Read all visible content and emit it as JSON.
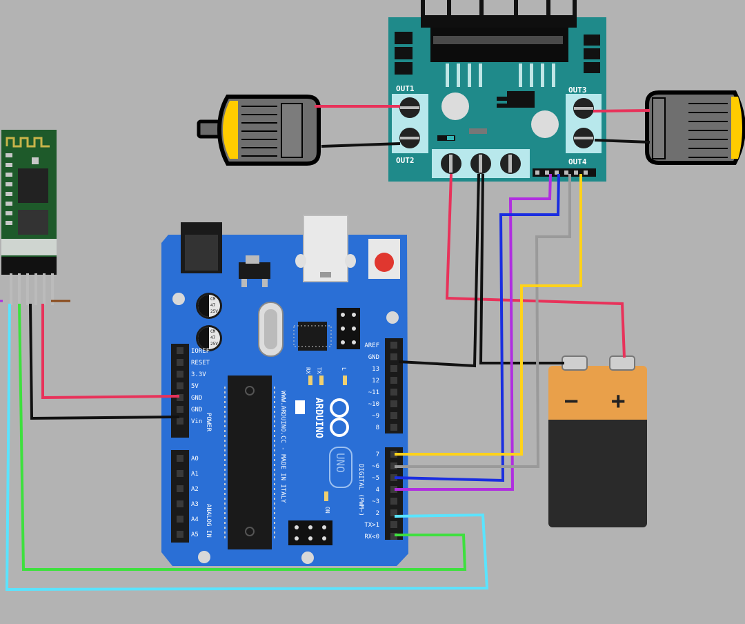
{
  "colors": {
    "background": "#b3b3b3",
    "arduino_board": "#2a6fd6",
    "driver_board": "#1f8a8a",
    "bt_module": "#1e5a2a",
    "motor_cap": "#ffcc00",
    "battery_top": "#e9a04a",
    "battery_body": "#2a2a2a",
    "wire_red": "#e8325a",
    "wire_black": "#111111",
    "wire_purple": "#b02ee0",
    "wire_blue": "#1a2ee0",
    "wire_gray": "#9a9a9a",
    "wire_yellow": "#ffd21a",
    "wire_cyan": "#5ae4ff",
    "wire_green": "#3ee03e"
  },
  "motor_driver": {
    "out1": "OUT1",
    "out2": "OUT2",
    "out3": "OUT3",
    "out4": "OUT4"
  },
  "battery": {
    "minus": "−",
    "plus": "+"
  },
  "arduino": {
    "power_pins": [
      "IOREF",
      "RESET",
      "3.3V",
      "5V",
      "GND",
      "GND",
      "Vin"
    ],
    "power_label": "POWER",
    "analog_pins": [
      "A0",
      "A1",
      "A2",
      "A3",
      "A4",
      "A5"
    ],
    "analog_label": "ANALOG IN",
    "digital_pins_top": [
      "AREF",
      "GND",
      "13",
      "12",
      "~11",
      "~10",
      "~9",
      "8"
    ],
    "digital_pins_bottom": [
      "7",
      "~6",
      "~5",
      "4",
      "~3",
      "2",
      "TX>1",
      "RX<0"
    ],
    "digital_label": "DIGITAL (PWM~)",
    "brand": "ARDUINO",
    "model": "UNO",
    "website": "WWW.ARDUINO.CC - MADE IN ITALY",
    "cap_text": [
      "CM",
      "47",
      "25V"
    ],
    "led_tx": "TX",
    "led_rx": "RX",
    "led_l": "L",
    "led_on": "ON"
  }
}
